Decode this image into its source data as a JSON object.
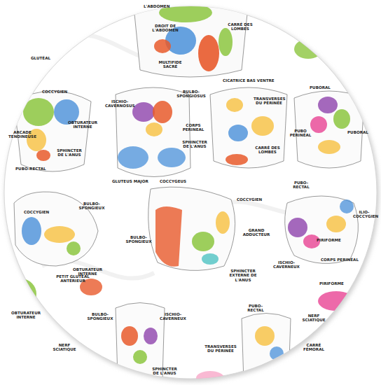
{
  "diagram": {
    "labels": [
      "L'ABDOMEN",
      "DROIT DE L'ABDOMEN",
      "CARRÉ DES LOMBES",
      "MULTIFIDE SACRÉ",
      "GLUTÉAL",
      "COCCYGIEN",
      "OBTURATEUR INTERNE",
      "SPHINCTER DE L'ANUS",
      "PUBO-RECTAL",
      "ARCADE TENDINEUSE",
      "ISCHIO-CAVERNOSUS",
      "BULBO-SPONGIOSUS",
      "CORPS PERINEAL",
      "SPHINCTER DE L'ANUS",
      "GLUTEUS MAJOR",
      "COCCYGEUS",
      "CICATRICE BAS VENTRE",
      "TRANSVERSES DU PÉRINÉE",
      "CARRÉ DES LOMBES",
      "PUBORAL",
      "PUBO PÉRINÉAL",
      "PUBORAL",
      "COCCYGIEN",
      "BULBO-SPONGIEUX",
      "OBTURATEUR INTERNE",
      "BULBO-SPONGIEUX",
      "COCCYGIEN",
      "GRAND ADDUCTEUR",
      "SPHINCTER EXTERNE DE L'ANUS",
      "PUBO-RECTAL",
      "ISCHIO-CAVERNEUX",
      "PIRIFORME",
      "CORPS PERINÉAL",
      "ILIO-COCCYGIEN",
      "OBTURATEUR INTERNE",
      "PETIT GLUTÉAL ANTÉRIEUR",
      "NERF SCIATIQUE",
      "BULBO-SPONGIEUX",
      "ISCHIO-CAVERNEUX",
      "SPHINCTER DE L'ANUS",
      "TRANSVERSES DU PÉRINÉE",
      "PUBO-RECTAL",
      "PIRIFORME",
      "NERF SCIATIQUE",
      "CARRÉ FÉMORAL"
    ]
  }
}
